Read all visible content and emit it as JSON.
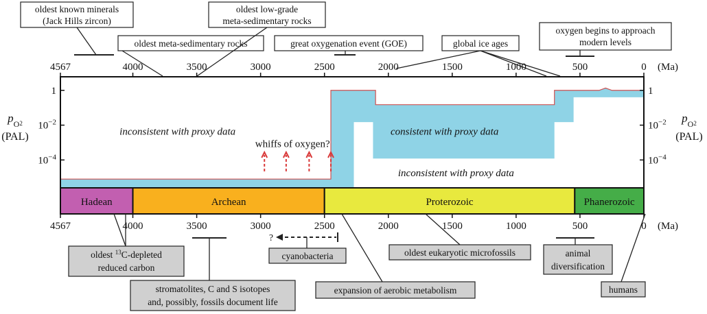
{
  "chart_data": {
    "type": "area",
    "x_unit": "(Ma)",
    "x_ticks": [
      4567,
      4000,
      3500,
      3000,
      2500,
      2000,
      1500,
      1000,
      500,
      0
    ],
    "y_label_main": "p",
    "y_label_sub": "O",
    "y_label_subsub": "2",
    "y_label_unit": "(PAL)",
    "y_ticks": [
      {
        "value": 1,
        "base": "1",
        "exp": ""
      },
      {
        "value": 0.01,
        "base": "10",
        "exp": "−2"
      },
      {
        "value": 0.0001,
        "base": "10",
        "exp": "−4"
      }
    ],
    "y_range": [
      2.5e-06,
      6
    ],
    "colors": {
      "band_fill": "#8fd3e6",
      "band_edge": "#d05050",
      "whiff": "#d93a3a"
    },
    "series": [
      {
        "role": "upper",
        "points": [
          [
            4567,
            8e-06
          ],
          [
            2450,
            8e-06
          ],
          [
            2450,
            1
          ],
          [
            2100,
            1
          ],
          [
            2100,
            0.15
          ],
          [
            700,
            0.15
          ],
          [
            700,
            1
          ],
          [
            350,
            1
          ],
          [
            300,
            1.35
          ],
          [
            250,
            1
          ],
          [
            0,
            1
          ]
        ]
      },
      {
        "role": "lower",
        "points": [
          [
            4567,
            2.5e-06
          ],
          [
            2270,
            2.5e-06
          ],
          [
            2270,
            0.015
          ],
          [
            2120,
            0.015
          ],
          [
            2120,
            0.00012
          ],
          [
            700,
            0.00012
          ],
          [
            700,
            0.015
          ],
          [
            550,
            0.015
          ],
          [
            550,
            0.4
          ],
          [
            0,
            0.4
          ]
        ]
      }
    ],
    "regions": [
      {
        "text": "inconsistent with proxy data",
        "x": 3650,
        "y": 0.0045
      },
      {
        "text": "consistent with proxy data",
        "x": 1560,
        "y": 0.0045
      },
      {
        "text": "inconsistent with proxy data",
        "x": 1470,
        "y": 1.8e-05
      }
    ],
    "whiffs": {
      "label": "whiffs of oxygen?",
      "label_x": 2750,
      "label_y": 0.00055,
      "arrows_x": [
        2970,
        2800,
        2620,
        2450
      ]
    },
    "eons": [
      {
        "name": "Hadean",
        "start": 4567,
        "end": 4000,
        "color": "#c25fb0"
      },
      {
        "name": "Archean",
        "start": 4000,
        "end": 2500,
        "color": "#f9b01e"
      },
      {
        "name": "Proterozoic",
        "start": 2500,
        "end": 541,
        "color": "#e8e93e"
      },
      {
        "name": "Phanerozoic",
        "start": 541,
        "end": 0,
        "color": "#45ad48"
      }
    ]
  },
  "annotations_top": [
    {
      "lines": [
        "oldest known minerals",
        "(Jack Hills zircon)"
      ]
    },
    {
      "lines": [
        "oldest low-grade",
        "meta-sedimentary rocks"
      ]
    },
    {
      "lines": [
        "oldest meta-sedimentary rocks"
      ]
    },
    {
      "lines": [
        "great oxygenation event (GOE)"
      ]
    },
    {
      "lines": [
        "global ice ages"
      ]
    },
    {
      "lines": [
        "oxygen begins to approach",
        "modern levels"
      ]
    }
  ],
  "annotations_bottom": [
    {
      "lines": [
        "oldest ",
        "C-depleted",
        "reduced carbon"
      ],
      "sup": "13"
    },
    {
      "lines": [
        "cyanobacteria"
      ],
      "marker": "?"
    },
    {
      "lines": [
        "oldest eukaryotic microfossils"
      ]
    },
    {
      "lines": [
        "animal",
        "diversification"
      ]
    },
    {
      "lines": [
        "stromatolites, C and S isotopes",
        "and, possibly, fossils document life"
      ]
    },
    {
      "lines": [
        "expansion of aerobic metabolism"
      ]
    },
    {
      "lines": [
        "humans"
      ]
    }
  ]
}
